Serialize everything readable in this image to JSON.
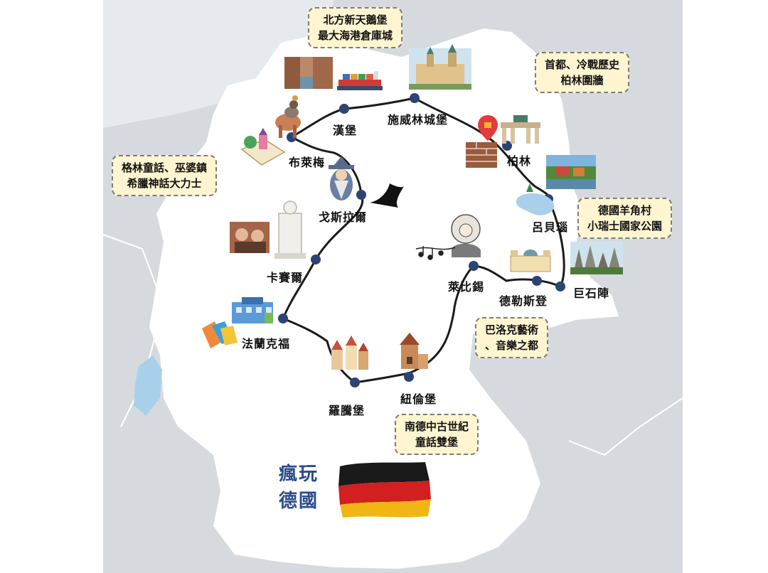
{
  "colors": {
    "outside_land": "#d6dadf",
    "germany": "#ffffff",
    "water": "#a8d0ea",
    "route": "#1b1b1b",
    "marker": "#2d4373",
    "callout_bg": "#fff5d1",
    "title": "#2a4a8a",
    "flag_black": "#1a1a1a",
    "flag_red": "#d21f1f",
    "flag_gold": "#f1b514"
  },
  "cities": {
    "hamburg": "漢堡",
    "schwerin": "施威林城堡",
    "bremen": "布萊梅",
    "goslar": "戈斯拉爾",
    "berlin": "柏林",
    "luebbenau": "呂貝瑙",
    "kassel": "卡賽爾",
    "leipzig": "萊比錫",
    "dresden": "德勒斯登",
    "bastei": "巨石陣",
    "frankfurt": "法蘭克福",
    "rothenburg": "羅騰堡",
    "nuremberg": "紐倫堡"
  },
  "callouts": {
    "north": [
      "北方新天鵝堡",
      "最大海港倉庫城"
    ],
    "capital": [
      "首都、冷戰歷史",
      "柏林圍牆"
    ],
    "grimm": [
      "格林童話、巫婆鎮",
      "希臘神話大力士"
    ],
    "spreewald": [
      "德國羊角村",
      "小瑞士國家公園"
    ],
    "baroque": [
      "巴洛克藝術",
      "、音樂之都"
    ],
    "south": [
      "南德中古世紀",
      "童話雙堡"
    ]
  },
  "title": {
    "line1": "瘋玩",
    "line2": "德國"
  },
  "icons": [
    "warehouse-photo",
    "container-ship-icon",
    "castle-photo",
    "town-musicians-icon",
    "fairytale-book-icon",
    "witch-icon",
    "witch-hat-icon",
    "location-pin-icon",
    "brick-wall-icon",
    "brandenburg-gate-icon",
    "spreewald-photo",
    "lake-icon",
    "hercules-statue-icon",
    "grimm-brothers-photo",
    "bach-portrait-icon",
    "music-notes-icon",
    "zwinger-palace-icon",
    "bastei-rocks-photo",
    "shopping-mall-icon",
    "shopping-bags-icon",
    "rothenburg-town-icon",
    "nuremberg-tower-icon",
    "german-flag-icon"
  ]
}
